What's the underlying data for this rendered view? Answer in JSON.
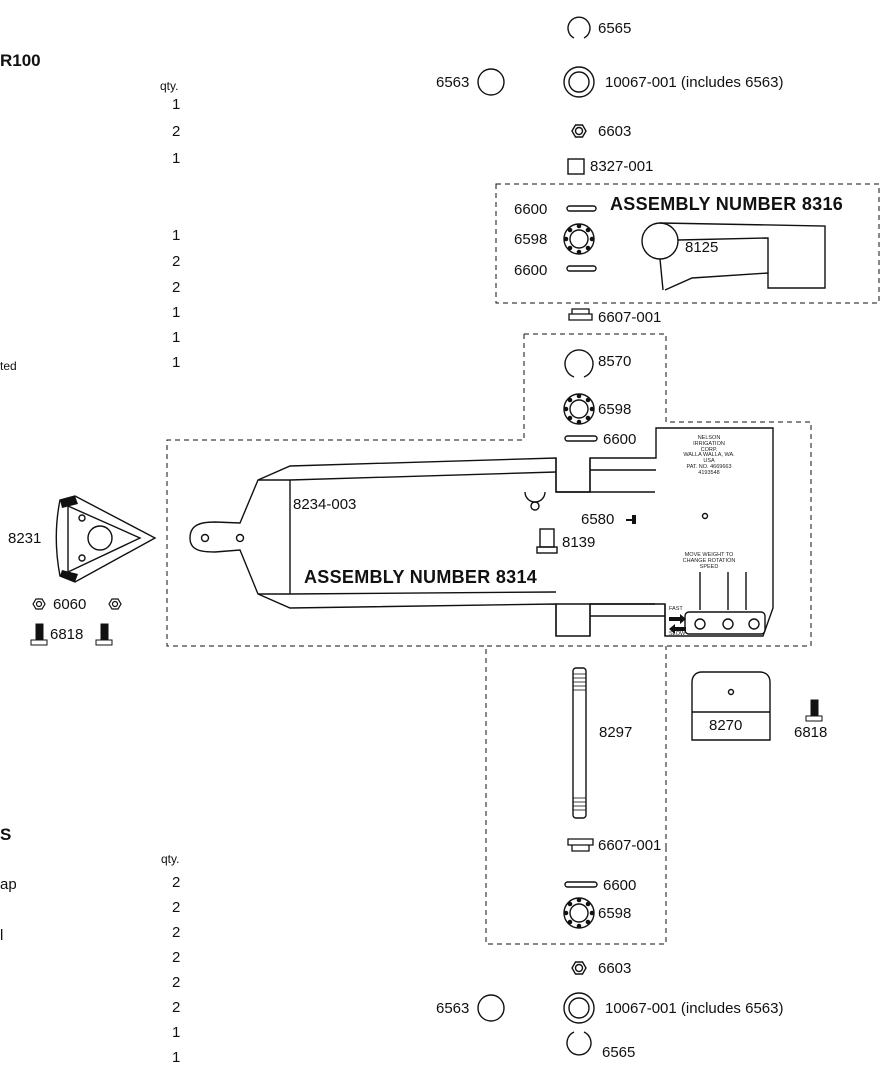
{
  "left_parts_list": {
    "title": "R100",
    "qty_header": "qty.",
    "quantities": [
      "1",
      "2",
      "1",
      "1",
      "2",
      "2",
      "1",
      "1",
      "1"
    ],
    "fragment_text": "ted"
  },
  "left_parts_list_2": {
    "title": "S",
    "qty_header": "qty.",
    "fragments": [
      "ap",
      "l"
    ],
    "quantities": [
      "2",
      "2",
      "2",
      "2",
      "2",
      "2",
      "1",
      "1"
    ]
  },
  "labels": {
    "top_ring": "6565",
    "top_seal_left": "6563",
    "top_seal_main": "10067-001 (includes 6563)",
    "top_nut": "6603",
    "square_part": "8327-001",
    "asm_8316_title": "ASSEMBLY NUMBER 8316",
    "washer_top": "6600",
    "bearing_top": "6598",
    "washer_bottom": "6600",
    "arm_8125": "8125",
    "bushing_top": "6607-001",
    "snap_ring_8570": "8570",
    "bearing_mid": "6598",
    "washer_mid": "6600",
    "body_part": "8234-003",
    "pin_6580": "6580",
    "bushing_8139": "8139",
    "asm_8314_title": "ASSEMBLY NUMBER 8314",
    "nozzle_8231": "8231",
    "nut_6060": "6060",
    "bolt_6818_left": "6818",
    "shaft_8297": "8297",
    "weight_8270": "8270",
    "bolt_6818_right": "6818",
    "bushing_bottom": "6607-001",
    "washer_lower": "6600",
    "bearing_lower": "6598",
    "nut_lower": "6603",
    "seal_lower_left": "6563",
    "seal_lower_main": "10067-001 (includes 6563)",
    "ring_lower": "6565"
  },
  "plate": {
    "lines": [
      "NELSON",
      "IRRIGATION",
      "CORP.",
      "WALLA WALLA, WA.",
      "USA",
      "PAT. NO. 4669663",
      "4193548"
    ],
    "instruction": [
      "MOVE WEIGHT TO",
      "CHANGE ROTATION",
      "SPEED"
    ],
    "fast": "FAST",
    "slow": "SLOW"
  }
}
